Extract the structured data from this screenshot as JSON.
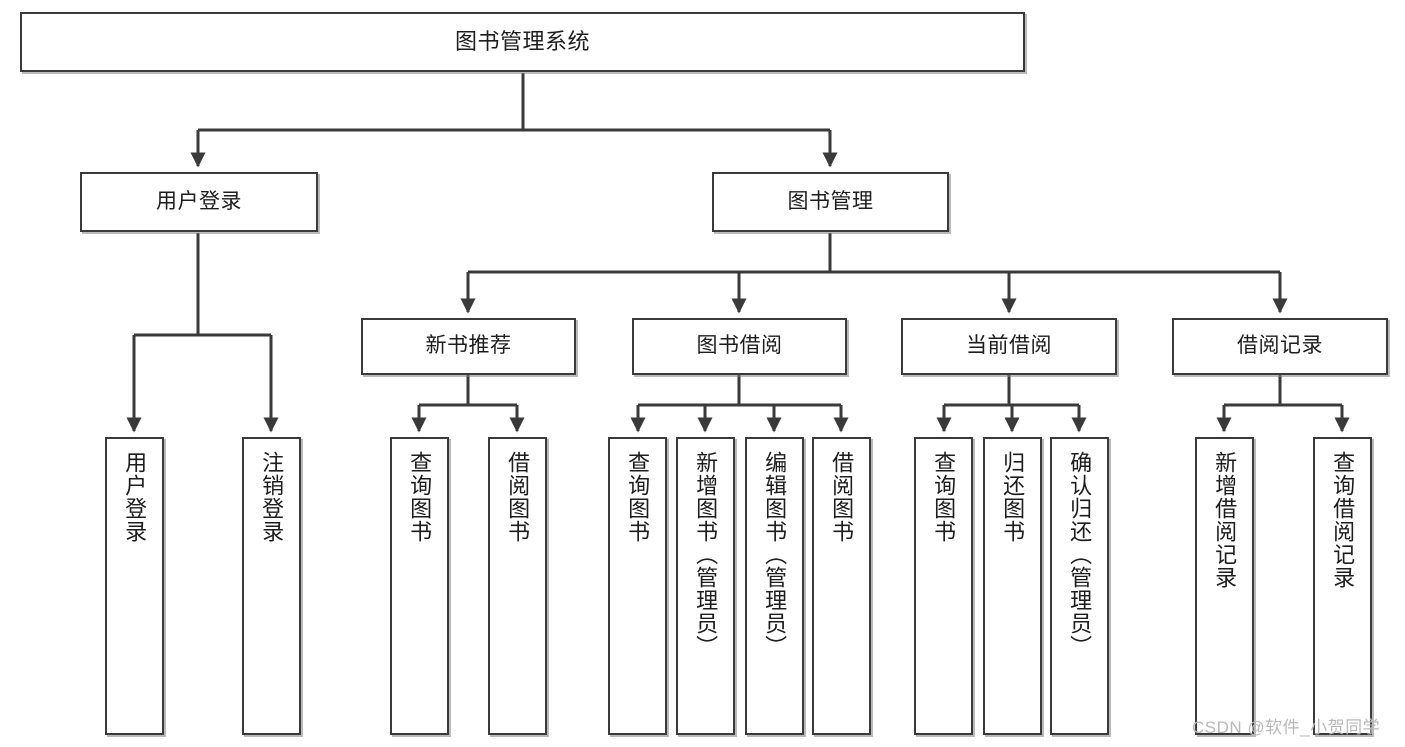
{
  "diagram": {
    "title": "图书管理系统",
    "type": "tree",
    "orientation": "top-down",
    "watermark": "CSDN @软件_小贺同学",
    "colors": {
      "background": "#ffffff",
      "box_border": "#3a3a3a",
      "box_fill": "#ffffff",
      "edge": "#3a3a3a",
      "text": "#1d1d1d",
      "watermark": "#b9b9b9"
    },
    "nodes": {
      "root": {
        "label": "图书管理系统",
        "level": 0
      },
      "user_login": {
        "label": "用户登录",
        "level": 1
      },
      "book_manage": {
        "label": "图书管理",
        "level": 1
      },
      "new_book_rec": {
        "label": "新书推荐",
        "level": 2
      },
      "book_borrow": {
        "label": "图书借阅",
        "level": 2
      },
      "current_borrow": {
        "label": "当前借阅",
        "level": 2
      },
      "borrow_record": {
        "label": "借阅记录",
        "level": 2
      },
      "leaf_user_login": {
        "label": "用户登录",
        "level": 3,
        "parent": "用户登录"
      },
      "leaf_logout": {
        "label": "注销登录",
        "level": 3,
        "parent": "用户登录"
      },
      "leaf_rec_query": {
        "label": "查询图书",
        "level": 3,
        "parent": "新书推荐"
      },
      "leaf_rec_borrow": {
        "label": "借阅图书",
        "level": 3,
        "parent": "新书推荐"
      },
      "leaf_bb_query": {
        "label": "查询图书",
        "level": 3,
        "parent": "图书借阅"
      },
      "leaf_bb_add": {
        "label": "新增图书（管理员）",
        "level": 3,
        "parent": "图书借阅"
      },
      "leaf_bb_edit": {
        "label": "编辑图书（管理员）",
        "level": 3,
        "parent": "图书借阅"
      },
      "leaf_bb_borrow": {
        "label": "借阅图书",
        "level": 3,
        "parent": "图书借阅"
      },
      "leaf_cb_query": {
        "label": "查询图书",
        "level": 3,
        "parent": "当前借阅"
      },
      "leaf_cb_return": {
        "label": "归还图书",
        "level": 3,
        "parent": "当前借阅"
      },
      "leaf_cb_confirm": {
        "label": "确认归还（管理员）",
        "level": 3,
        "parent": "当前借阅"
      },
      "leaf_br_add": {
        "label": "新增借阅记录",
        "level": 3,
        "parent": "借阅记录"
      },
      "leaf_br_query": {
        "label": "查询借阅记录",
        "level": 3,
        "parent": "借阅记录"
      }
    }
  }
}
